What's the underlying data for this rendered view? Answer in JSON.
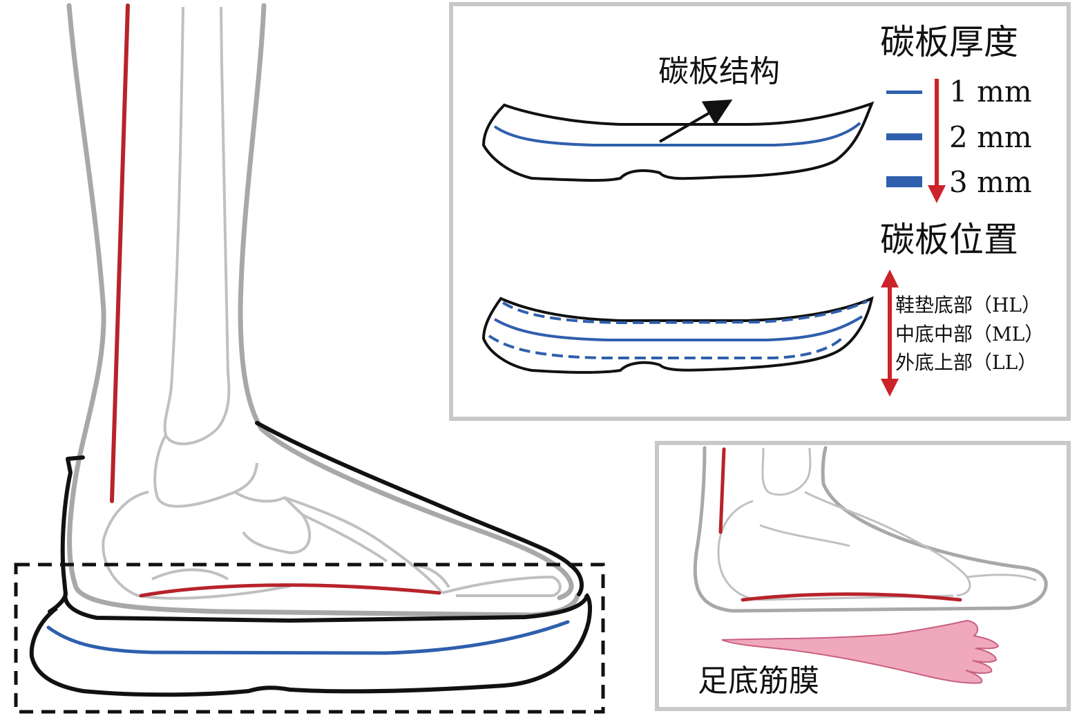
{
  "colors": {
    "bone": "#a8a8a8",
    "outline": "#111111",
    "tendon": "#b8232b",
    "plate": "#2f5fad",
    "arrow_red": "#cc2229",
    "fascia": "#f0a8bc",
    "panel_border": "#c8c8c8"
  },
  "top_panel": {
    "structure_label": "碳板结构",
    "thickness_title": "碳板厚度",
    "thickness_items": [
      "1 mm",
      "2 mm",
      "3 mm"
    ],
    "position_title": "碳板位置",
    "position_items": [
      "鞋垫底部（HL）",
      "中底中部（ML）",
      "外底上部（LL）"
    ]
  },
  "bottom_panel": {
    "fascia_label": "足底筋膜"
  }
}
